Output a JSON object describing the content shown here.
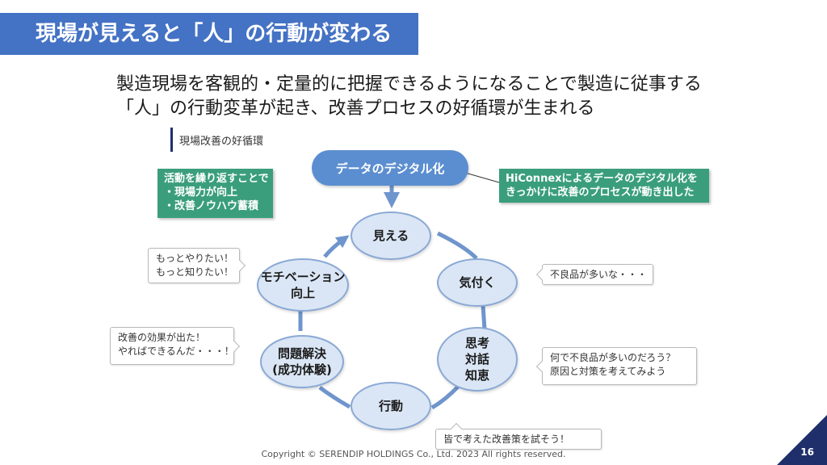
{
  "title": "現場が見えると「人」の行動が変わる",
  "subtitle": {
    "line1": "製造現場を客観的・定量的に把握できるようになることで製造に従事する",
    "line2": "「人」の行動変革が起き、改善プロセスの好循環が生まれる"
  },
  "section_label": "現場改善の好循環",
  "green_left": {
    "lines": [
      "活動を繰り返すことで",
      "・現場力が向上",
      "・改善ノウハウ蓄積"
    ]
  },
  "green_right": {
    "lines": [
      "HiConnexによるデータのデジタル化を",
      "きっかけに改善のプロセスが動き出した"
    ]
  },
  "data_pill": "データのデジタル化",
  "cycle_nodes": {
    "mieru": {
      "lines": [
        "見える"
      ]
    },
    "kizuku": {
      "lines": [
        "気付く"
      ]
    },
    "shikou": {
      "lines": [
        "思考",
        "対話",
        "知恵"
      ]
    },
    "koudou": {
      "lines": [
        "行動"
      ]
    },
    "mondai": {
      "lines": [
        "問題解決",
        "(成功体験)"
      ]
    },
    "motivation": {
      "lines": [
        "モチベーション",
        "向上"
      ]
    }
  },
  "bubbles": {
    "motivation": {
      "lines": [
        "もっとやりたい！",
        "もっと知りたい！"
      ]
    },
    "success": {
      "lines": [
        "改善の効果が出た！",
        "やればできるんだ・・・！"
      ]
    },
    "defect": {
      "lines": [
        "不良品が多いな・・・"
      ]
    },
    "why": {
      "lines": [
        "何で不良品が多いのだろう？",
        "原因と対策を考えてみよう"
      ]
    },
    "try": {
      "lines": [
        "皆で考えた改善策を試そう！"
      ]
    }
  },
  "copyright": "Copyright © SERENDIP HOLDINGS Co., Ltd.  2023 All rights reserved.",
  "page_number": "16",
  "colors": {
    "title_bar": "#4472c4",
    "green": "#3a9e7c",
    "pill": "#5b8ed0",
    "node_fill": "#dae6f5",
    "node_border": "#8ba9d5",
    "arrow": "#6f95cd",
    "corner": "#1f2f6b"
  }
}
